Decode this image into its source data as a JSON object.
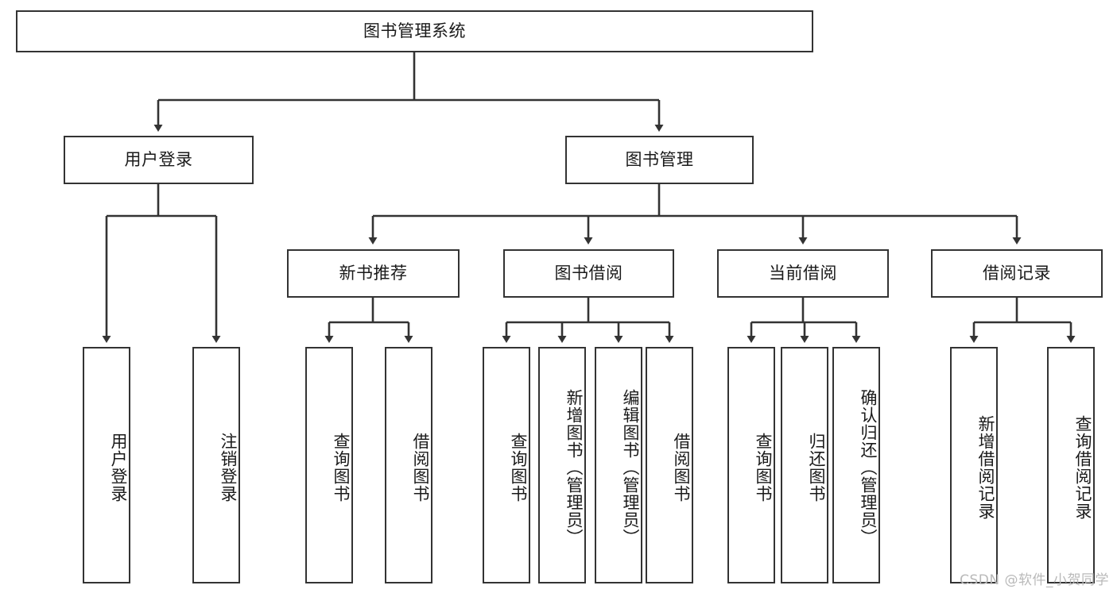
{
  "diagram": {
    "type": "tree-hierarchy",
    "title": "图书管理系统",
    "orientation": "top-down",
    "colors": {
      "box_border": "#333333",
      "box_fill": "#ffffff",
      "edge": "#333333",
      "text": "#1a1a1a",
      "watermark": "#b9b9b9"
    },
    "root": {
      "label": "图书管理系统",
      "level": 1
    },
    "level2": [
      {
        "label": "用户登录"
      },
      {
        "label": "图书管理"
      }
    ],
    "level3": [
      {
        "label": "新书推荐"
      },
      {
        "label": "图书借阅"
      },
      {
        "label": "当前借阅"
      },
      {
        "label": "借阅记录"
      }
    ],
    "leaves": {
      "user_login": [
        {
          "label": "用户登录"
        },
        {
          "label": "注销登录"
        }
      ],
      "new_book_recommend": [
        {
          "label": "查询图书"
        },
        {
          "label": "借阅图书"
        }
      ],
      "book_borrow": [
        {
          "label": "查询图书"
        },
        {
          "label": "新增图书（管理员）"
        },
        {
          "label": "编辑图书（管理员）"
        },
        {
          "label": "借阅图书"
        }
      ],
      "current_borrow": [
        {
          "label": "查询图书"
        },
        {
          "label": "归还图书"
        },
        {
          "label": "确认归还（管理员）"
        }
      ],
      "borrow_record": [
        {
          "label": "新增借阅记录"
        },
        {
          "label": "查询借阅记录"
        }
      ]
    },
    "watermark": "CSDN @软件_小贺同学"
  }
}
